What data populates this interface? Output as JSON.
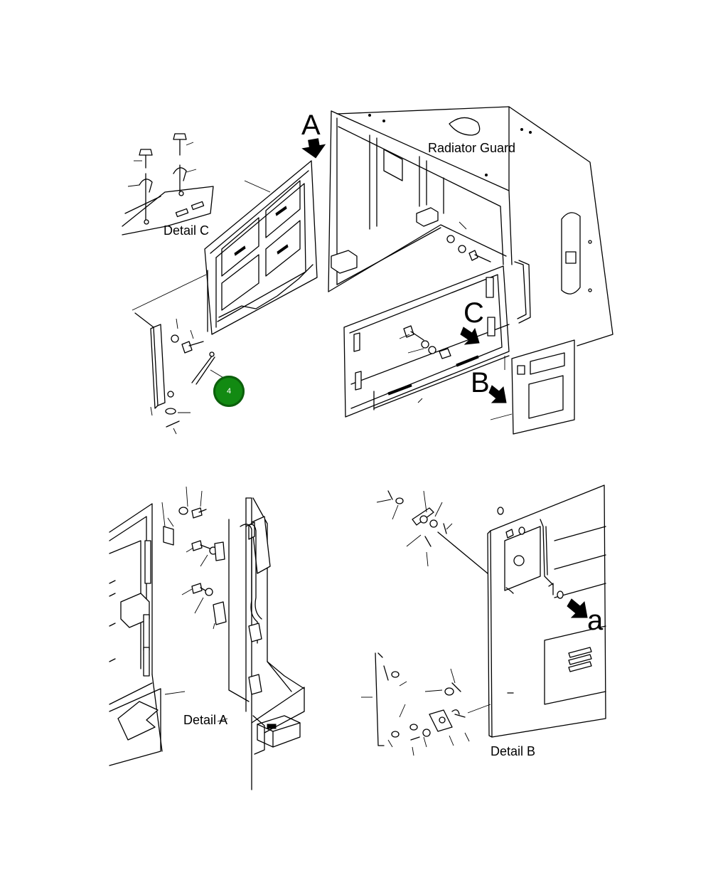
{
  "labels": {
    "letter_a": "A",
    "letter_b": "B",
    "letter_c": "C",
    "letter_a_small": "a",
    "radiator_guard": "Radiator Guard",
    "detail_a": "Detail A",
    "detail_b": "Detail B",
    "detail_c": "Detail C"
  },
  "callout": {
    "number": "4",
    "color": "#128a12"
  },
  "colors": {
    "line": "#000000",
    "background": "#ffffff"
  }
}
